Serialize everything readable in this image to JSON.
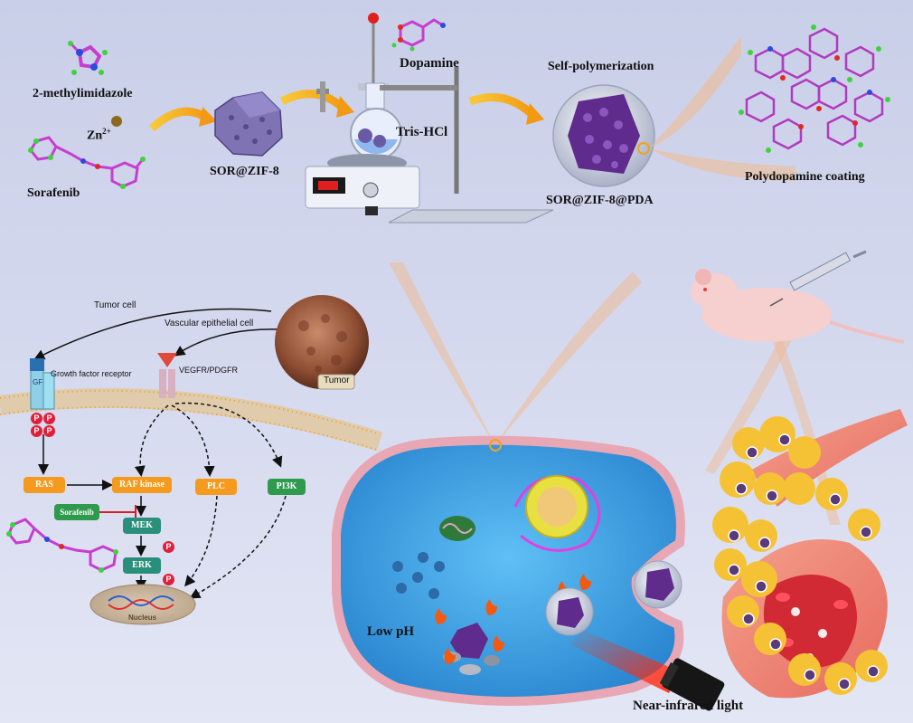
{
  "top_section": {
    "reagents": {
      "imidazole": "2-methylimidazole",
      "zinc": "Zn",
      "zinc_charge": "2+",
      "drug": "Sorafenib"
    },
    "sor_zif": "SOR@ZIF-8",
    "dopamine": "Dopamine",
    "buffer": "Tris-HCl",
    "self_poly": "Self-polymerization",
    "final_np": "SOR@ZIF-8@PDA",
    "coating": "Polydopamine coating"
  },
  "pathway": {
    "tumor_cell": "Tumor cell",
    "vascular_cell": "Vascular epithelial cell",
    "growth_receptor": "Growth factor receptor",
    "vegfr": "VEGFR/PDGFR",
    "gf": "GF",
    "tumor": "Tumor",
    "ras": "RAS",
    "raf": "RAF kinase",
    "plc": "PLC",
    "pi3k": "PI3K",
    "sorafenib": "Sorafenib",
    "mek": "MEK",
    "erk": "ERK",
    "nucleus": "Nucleus",
    "phospho": "P"
  },
  "cell_section": {
    "low_ph": "Low pH",
    "nir": "Near-infrared light"
  },
  "colors": {
    "arrow_yellow": "#f7b51c",
    "ras_orange": "#f49a1f",
    "green_box": "#2f9a4e",
    "teal_box": "#2a8f7a",
    "cell_blue": "#3a9de0",
    "cell_membrane": "#e8a7b4",
    "ppd_magenta": "#c03cc6"
  }
}
